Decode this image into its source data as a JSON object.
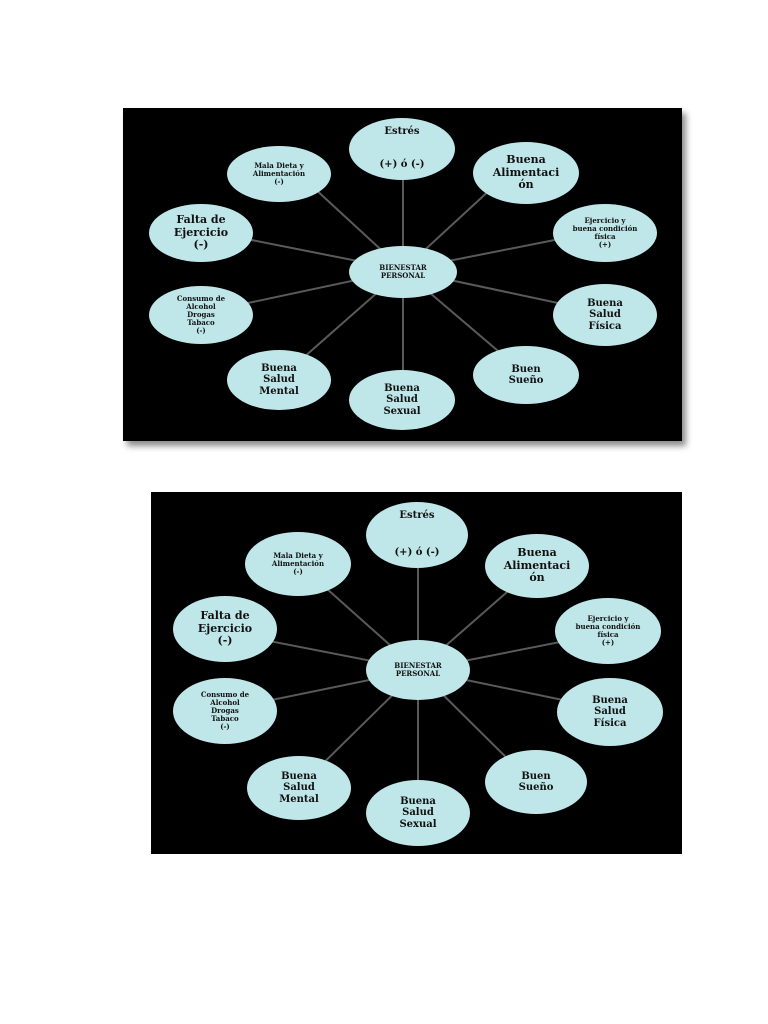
{
  "diagram": {
    "center": "BIENESTAR\nPERSONAL",
    "stres_title": "Estrés",
    "stres_sign": "(+) ó (-)",
    "nodes": {
      "mala_dieta": "Mala Dieta y\nAlimentación\n(-)",
      "buena_alimentacion": "Buena\nAlimentaci\nón",
      "falta_ejercicio": "Falta de\nEjercicio\n(-)",
      "ejercicio": "Ejercicio y\nbuena condición\nfísica\n(+)",
      "consumo": "Consumo de\nAlcohol\nDrogas\nTabaco\n(-)",
      "buena_salud_fisica": "Buena\nSalud\nFísica",
      "buena_salud_mental": "Buena\nSalud\nMental",
      "buena_salud_sexual": "Buena\nSalud\nSexual",
      "buen_sueno": "Buen\nSueño"
    }
  }
}
